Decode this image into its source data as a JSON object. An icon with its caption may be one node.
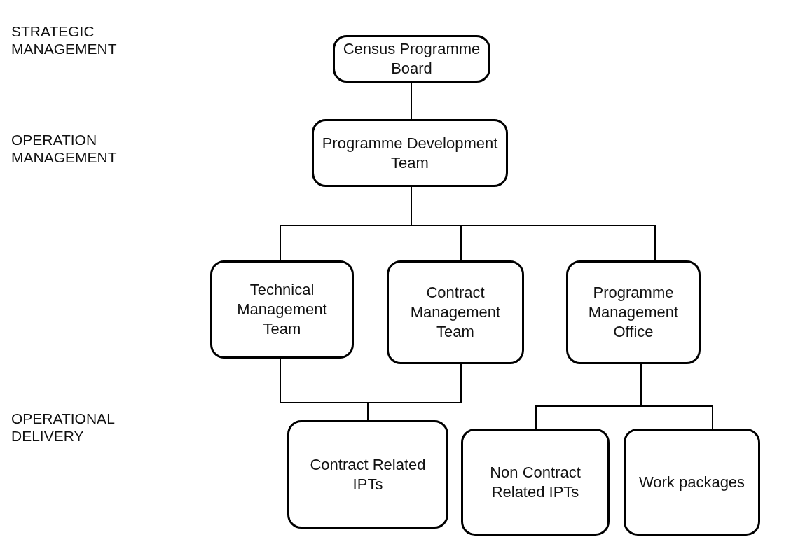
{
  "diagram": {
    "nodes": [
      {
        "text": [
          "Census Programme Board"
        ]
      },
      {
        "text": [
          "Programme Development Team"
        ]
      },
      {
        "text": [
          "Technical Management Team"
        ]
      },
      {
        "text": [
          "Contract Management Team"
        ]
      },
      {
        "text": [
          "Programme Management Office"
        ]
      },
      {
        "text": [
          "Contract Related IPTs"
        ]
      },
      {
        "text": [
          "Non Contract Related IPTs"
        ]
      },
      {
        "text": [
          "Work packages"
        ]
      }
    ],
    "edges": [
      {
        "from": 0,
        "to": 1,
        "arrow": "none"
      },
      {
        "from": 1,
        "to": 2,
        "arrow": "none"
      },
      {
        "from": 1,
        "to": 3,
        "arrow": "none"
      },
      {
        "from": 1,
        "to": 4,
        "arrow": "none"
      },
      {
        "from": 2,
        "to": 5,
        "arrow": "none"
      },
      {
        "from": 3,
        "to": 5,
        "arrow": "none"
      },
      {
        "from": 4,
        "to": 6,
        "arrow": "none"
      },
      {
        "from": 4,
        "to": 7,
        "arrow": "none"
      }
    ],
    "labels": [
      "STRATEGIC MANAGEMENT",
      "OPERATION MANAGEMENT",
      "OPERATIONAL DELIVERY"
    ]
  }
}
